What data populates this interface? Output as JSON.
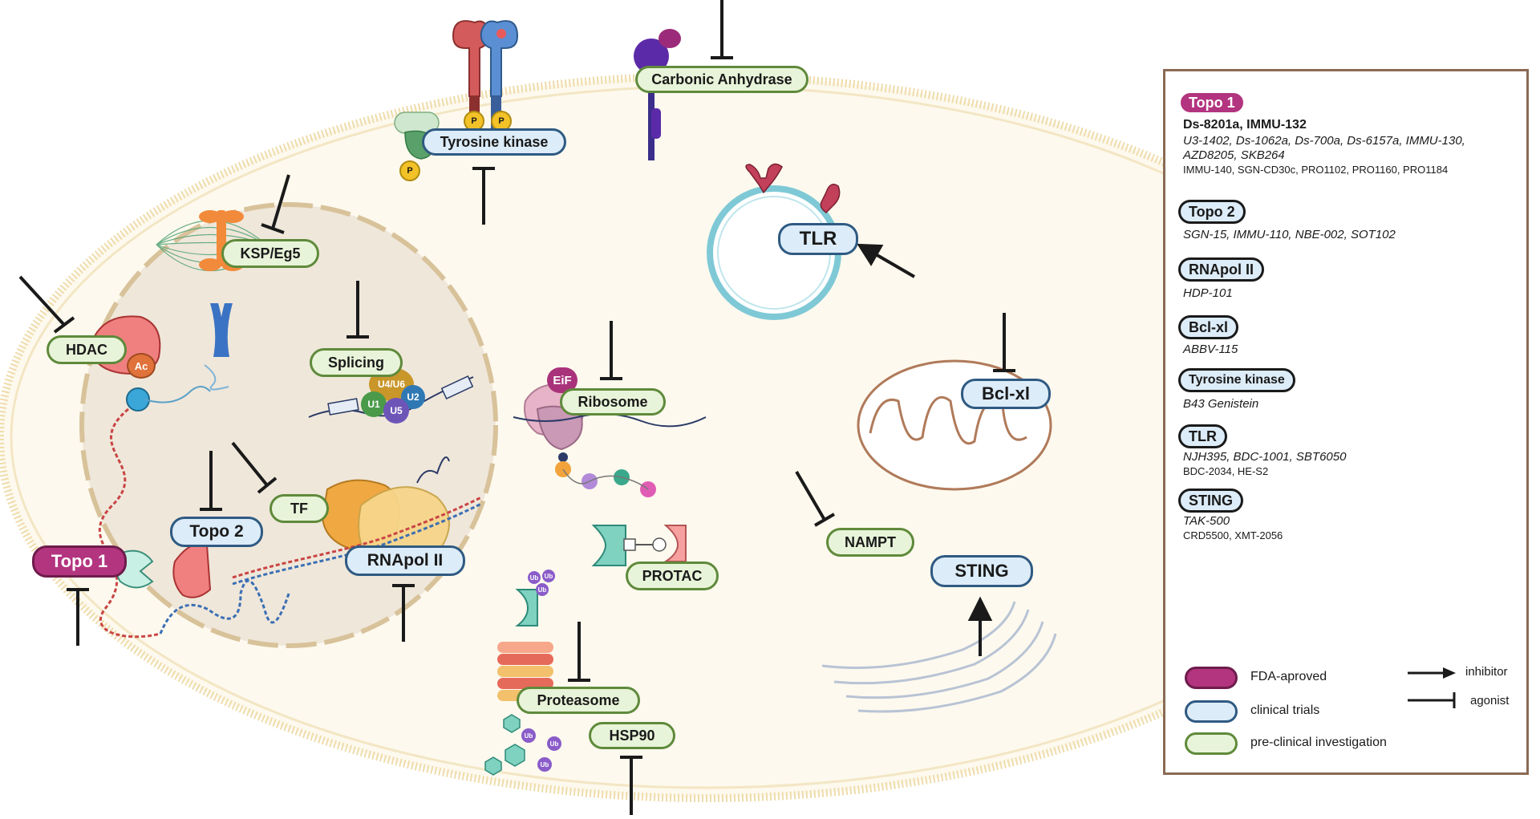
{
  "colors": {
    "fda_fill": "#b3347f",
    "fda_border": "#6e1c4c",
    "clinical_fill": "#dcecf8",
    "clinical_border": "#2f5a82",
    "preclinical_fill": "#e8f4d9",
    "preclinical_border": "#5f8a3b",
    "cell_fill": "#fdf9ee",
    "cell_border": "#efdcab",
    "nucleus_fill": "#efe7da",
    "legend_border": "#8a6a54"
  },
  "targets": {
    "topo1": "Topo 1",
    "topo2": "Topo 2",
    "hdac": "HDAC",
    "ksp": "KSP/Eg5",
    "splicing": "Splicing",
    "tf": "TF",
    "rnapol": "RNApol II",
    "tyrosine": "Tyrosine kinase",
    "carbonic": "Carbonic Anhydrase",
    "tlr": "TLR",
    "ribosome": "Ribosome",
    "bclxl": "Bcl-xl",
    "nampt": "NAMPT",
    "protac": "PROTAC",
    "sting": "STING",
    "proteasome": "Proteasome",
    "hsp90": "HSP90"
  },
  "minis": {
    "ac": "Ac",
    "eif": "EiF",
    "u4u6": "U4/U6",
    "u1": "U1",
    "u2": "U2",
    "u5": "U5",
    "p": "P",
    "ub": "Ub"
  },
  "legend": {
    "topo1": {
      "label": "Topo 1",
      "fda_drugs": "Ds-8201a, IMMU-132",
      "clinical_drugs_line1": "U3-1402, Ds-1062a, Ds-700a, Ds-6157a, IMMU-130,",
      "clinical_drugs_line2": "AZD8205, SKB264",
      "preclinical_drugs": "IMMU-140, SGN-CD30c, PRO1102, PRO1160, PRO1184"
    },
    "topo2": {
      "label": "Topo 2",
      "clinical_drugs": "SGN-15, IMMU-110, NBE-002, SOT102"
    },
    "rnapol": {
      "label": "RNApol II",
      "clinical_drugs": "HDP-101"
    },
    "bclxl": {
      "label": "Bcl-xl",
      "clinical_drugs": "ABBV-115"
    },
    "tyrosine": {
      "label": "Tyrosine kinase",
      "clinical_drugs": "B43 Genistein"
    },
    "tlr": {
      "label": "TLR",
      "clinical_drugs": "NJH395, BDC-1001, SBT6050",
      "preclinical_drugs": "BDC-2034, HE-S2"
    },
    "sting": {
      "label": "STING",
      "clinical_drugs": "TAK-500",
      "preclinical_drugs": "CRD5500, XMT-2056"
    },
    "key": {
      "fda": "FDA-aproved",
      "clinical": "clinical trials",
      "preclinical": "pre-clinical investigation",
      "inhibitor": "inhibitor",
      "agonist": "agonist"
    }
  }
}
